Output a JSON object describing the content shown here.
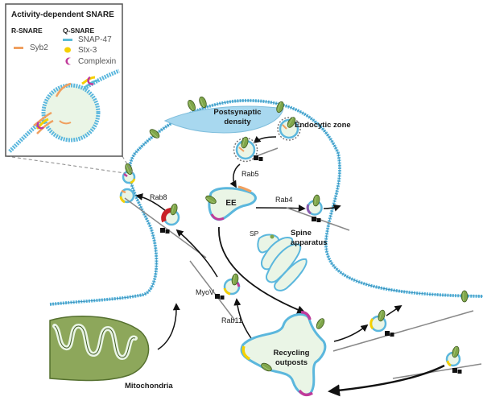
{
  "inset": {
    "title": "Activity-dependent SNARE",
    "r_snare_header": "R-SNARE",
    "q_snare_header": "Q-SNARE",
    "legend": [
      {
        "label": "Syb2",
        "color": "#f0a060",
        "icon": "syb2-swatch"
      },
      {
        "label": "SNAP-47",
        "color": "#5bbbd6",
        "icon": "snap47-swatch"
      },
      {
        "label": "Stx-3",
        "color": "#f5d000",
        "icon": "stx3-swatch"
      },
      {
        "label": "Complexin",
        "color": "#c03a9a",
        "icon": "complexin-swatch"
      }
    ]
  },
  "labels": {
    "postsynaptic_density": [
      "Postsynaptic",
      "density"
    ],
    "endocytic_zone": "Endocytic zone",
    "rab5": "Rab5",
    "rab8": "Rab8",
    "ee": "EE",
    "rab4": "Rab4",
    "sp": "SP",
    "spine_apparatus": [
      "Spine",
      "apparatus"
    ],
    "myov": "MyoV",
    "rab11": "Rab11",
    "recycling_outposts": [
      "Recycling",
      "outposts"
    ],
    "mitochondria": "Mitochondria"
  },
  "colors": {
    "membrane": "#5bb7dd",
    "compartment_fill": "#eaf5e6",
    "receptor": "#7fa64a",
    "psd": "#a8d8ef",
    "clathrin": "#777777",
    "mitochondria": "#8da75b",
    "motor": "#111111",
    "rab_red": "#c82025"
  }
}
